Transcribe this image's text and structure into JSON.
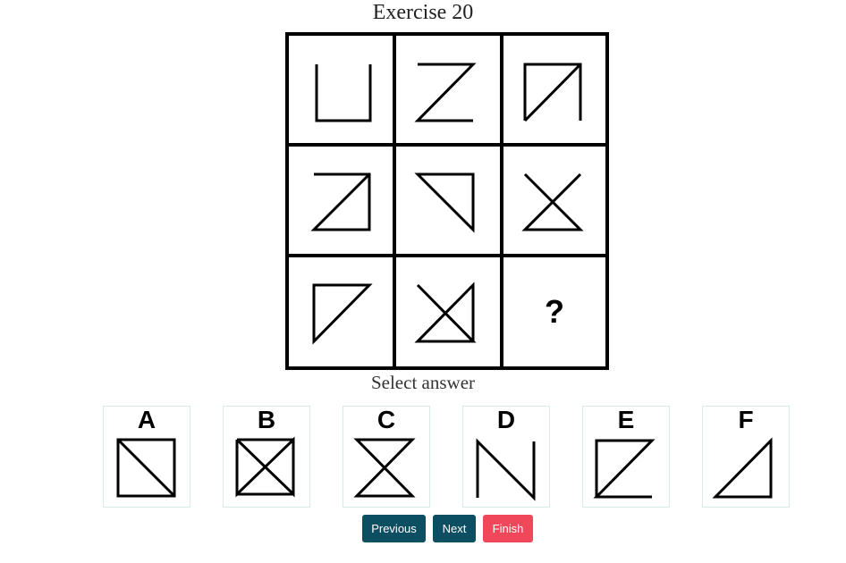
{
  "page": {
    "title": "Exercise 20",
    "select_label": "Select answer"
  },
  "puzzle": {
    "missing_mark": "?"
  },
  "options": [
    {
      "letter": "A"
    },
    {
      "letter": "B"
    },
    {
      "letter": "C"
    },
    {
      "letter": "D"
    },
    {
      "letter": "E"
    },
    {
      "letter": "F"
    }
  ],
  "buttons": {
    "previous": "Previous",
    "next": "Next",
    "finish": "Finish"
  },
  "colors": {
    "primary_button": "#0c4f62",
    "finish_button": "#f0485a",
    "option_border": "#d7ece6"
  }
}
